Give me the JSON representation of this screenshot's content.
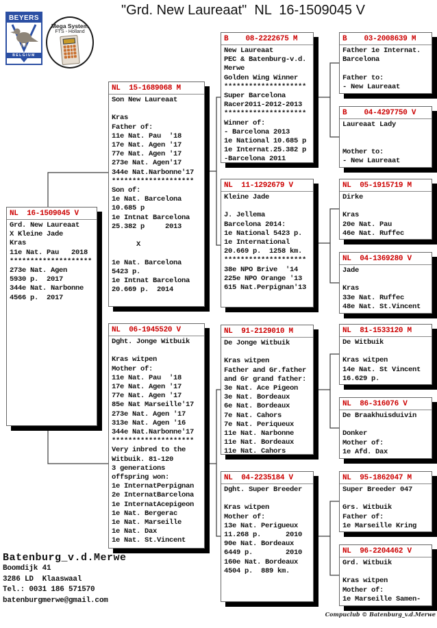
{
  "title": "\"Grd. New Laureaat\"  NL  16-1509045 V",
  "logos": {
    "beyers": {
      "name": "BEYERS",
      "country": "BELGIUM"
    },
    "mega_system": {
      "line1": "Mega System",
      "line2": "FTS - Holland"
    }
  },
  "colors": {
    "ring_number_red": "#cc0000",
    "beyers_blue": "#2b4fa3",
    "box_shadow_black": "#000000",
    "calculator_orange": "#c96f2e"
  },
  "boxes": {
    "nl16": {
      "ring": "NL  16-1509045 V",
      "lines": [
        "Grd. New Laureaat",
        "X Kleine Jade",
        "Kras",
        "11e Nat. Pau   2018",
        "********************",
        "273e Nat. Agen",
        "5930 p.  2017",
        "344e Nat. Narbonne",
        "4566 p.  2017"
      ]
    },
    "nl15": {
      "ring": "NL  15-1689068 M",
      "lines": [
        "Son New Laureaat",
        "",
        "Kras",
        "Father of:",
        "11e Nat. Pau  '18",
        "17e Nat. Agen '17",
        "77e Nat. Agen '17",
        "273e Nat. Agen'17",
        "344e Nat.Narbonne'17",
        "********************",
        "Son of:",
        "1e Nat. Barcelona",
        "10.685 p",
        "1e Intnat Barcelona",
        "25.382 p     2013",
        "",
        "      X",
        "",
        "1e Nat. Barcelona",
        "5423 p.",
        "1e Intnat Barcelona",
        "20.669 p.  2014"
      ]
    },
    "nl06": {
      "ring": "NL  06-1945520 V",
      "lines": [
        "Dght. Jonge Witbuik",
        "",
        "Kras witpen",
        "Mother of:",
        "11e Nat. Pau  '18",
        "17e Nat. Agen '17",
        "77e Nat. Agen '17",
        "85e Nat Marseille'17",
        "273e Nat. Agen '17",
        "313e Nat. Agen '16",
        "344e Nat.Narbonne'17",
        "********************",
        "Very inbred to the",
        "Witbuik. 81-120",
        "3 generations",
        "offspring won:",
        "1e InternatPerpignan",
        "2e InternatBarcelona",
        "1e InternatAcepigeon",
        "1e Nat. Bergerac",
        "1e Nat. Marseille",
        "1e Nat. Dax",
        "1e Nat. St.Vincent"
      ]
    },
    "b08": {
      "ring": "B    08-2222675 M",
      "lines": [
        "New Laureaat",
        "PEC & Batenburg-v.d.",
        "Merwe",
        "Golden Wing Winner",
        "********************",
        "Super Barcelona",
        "Racer2011-2012-2013",
        "********************",
        "Winner of:",
        "- Barcelona 2013",
        "1e National 10.685 p",
        "1e Internat.25.382 p",
        "-Barcelona 2011"
      ]
    },
    "nl11": {
      "ring": "NL  11-1292679 V",
      "lines": [
        "Kleine Jade",
        "",
        "J. Jellema",
        "Barcelona 2014:",
        "1e National 5423 p.",
        "1e International",
        "20.669 p.  1258 km.",
        "********************",
        "38e NPO Brive  '14",
        "225e NPO Orange '13",
        "615 Nat.Perpignan'13"
      ]
    },
    "nl91": {
      "ring": "NL  91-2129010 M",
      "lines": [
        "De Jonge Witbuik",
        "",
        "Kras witpen",
        "Father and Gr.father",
        "and Gr grand father:",
        "3e Nat. Ace Pigeon",
        "3e Nat. Bordeaux",
        "6e Nat. Bordeaux",
        "7e Nat. Cahors",
        "7e Nat. Periqueux",
        "11e Nat. Narbonne",
        "11e Nat. Bordeaux",
        "11e Nat. Cahors"
      ]
    },
    "nl04": {
      "ring": "NL  04-2235184 V",
      "lines": [
        "Dght. Super Breeder",
        "",
        "Kras witpen",
        "Mother of:",
        "13e Nat. Perigueux",
        "11.268 p.      2010",
        "90e Nat. Bordeaux",
        "6449 p.        2010",
        "160e Nat. Bordeaux",
        "4504 p.  889 km."
      ]
    },
    "b03": {
      "ring": "B    03-2008639 M",
      "lines": [
        "Father 1e Internat.",
        "Barcelona",
        "",
        "Father to:",
        "- New Laureaat"
      ]
    },
    "b04": {
      "ring": "B    04-4297750 V",
      "lines": [
        "Laureaat Lady",
        "",
        "",
        "Mother to:",
        "- New Laureaat"
      ]
    },
    "nl05": {
      "ring": "NL  05-1915719 M",
      "lines": [
        "Dirke",
        "",
        "Kras",
        "20e Nat. Pau",
        "46e Nat. Ruffec"
      ]
    },
    "nl04b": {
      "ring": "NL  04-1369280 V",
      "lines": [
        "Jade",
        "",
        "Kras",
        "33e Nat. Ruffec",
        "48e Nat. St.Vincent"
      ]
    },
    "nl81": {
      "ring": "NL  81-1533120 M",
      "lines": [
        "De Witbuik",
        "",
        "Kras witpen",
        "14e Nat. St Vincent",
        "16.629 p."
      ]
    },
    "nl86": {
      "ring": "NL  86-316076 V",
      "lines": [
        "De Braakhuisduivin",
        "",
        "Donker",
        "Mother of:",
        "1e Afd. Dax"
      ]
    },
    "nl95": {
      "ring": "NL  95-1862047 M",
      "lines": [
        "Super Breeder 047",
        "",
        "Grs. Witbuik",
        "Father of:",
        "1e Marseille Kring"
      ]
    },
    "nl96": {
      "ring": "NL  96-2204462 V",
      "lines": [
        "Grd. Witbuik",
        "",
        "Kras witpen",
        "Mother of:",
        "1e Marseille Samen-"
      ]
    }
  },
  "contact": {
    "name": "Batenburg_v.d.Merwe",
    "address1": "Boomdijk 41",
    "address2": "3286 LD  Klaaswaal",
    "phone": "Tel.: 0031 186 571570",
    "email": "batenburgmerwe@gmail.com"
  },
  "credit": "Compuclub © Batenburg_v.d.Merwe"
}
